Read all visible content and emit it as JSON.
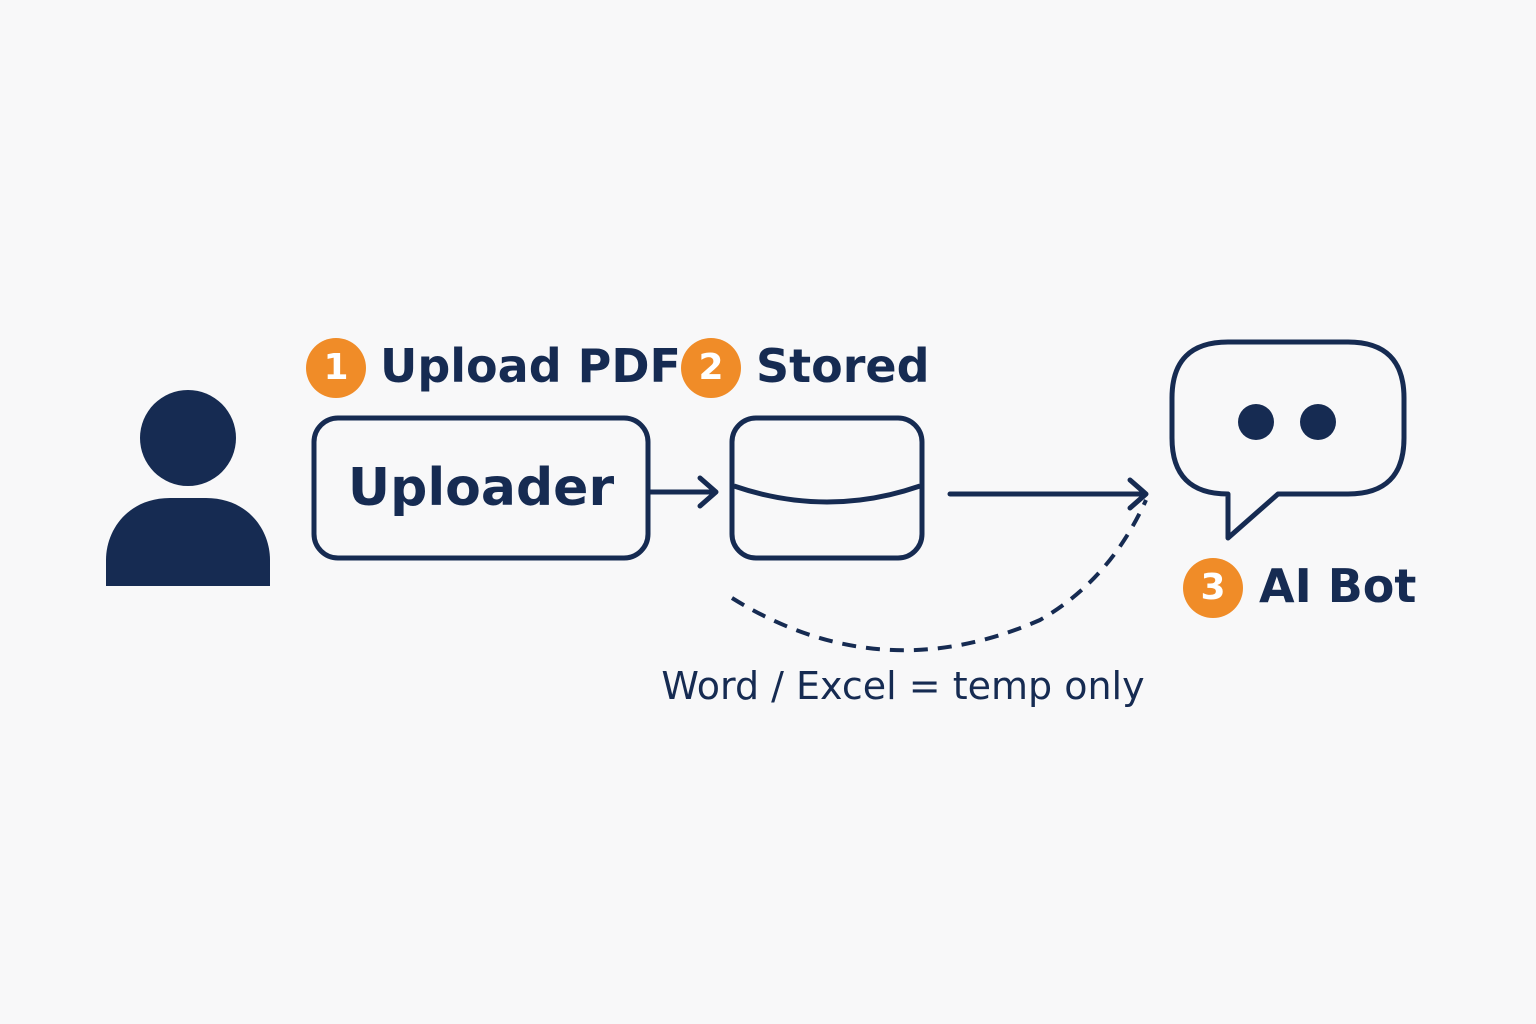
{
  "colors": {
    "navy": "#162b52",
    "orange": "#f08c28",
    "background": "#f8f8f9"
  },
  "steps": [
    {
      "number": "1",
      "label": "Upload PDF"
    },
    {
      "number": "2",
      "label": "Stored"
    },
    {
      "number": "3",
      "label": "AI Bot"
    }
  ],
  "uploader": {
    "label": "Uploader"
  },
  "note": "Word / Excel = temp only",
  "icons": {
    "user": "user-icon",
    "storage": "storage-icon",
    "bot": "chat-bubble-icon"
  }
}
